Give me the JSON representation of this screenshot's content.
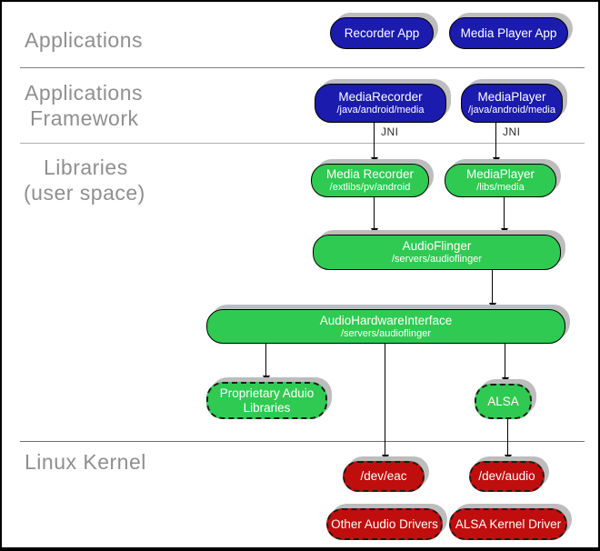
{
  "colors": {
    "app_blue": "#1b1bad",
    "lib_green": "#2fca52",
    "kernel_red": "#c00d0d",
    "shadow_gray": "#bdbdbd",
    "label_gray": "#8f8f8f"
  },
  "labels": {
    "applications": "Applications",
    "framework_line1": "Applications",
    "framework_line2": "Framework",
    "libraries_line1": "Libraries",
    "libraries_line2": "(user space)",
    "kernel": "Linux Kernel",
    "jni": "JNI"
  },
  "nodes": {
    "recorder_app": {
      "title": "Recorder App"
    },
    "media_player_app": {
      "title": "Media Player App"
    },
    "mediarecorder_fw": {
      "title": "MediaRecorder",
      "subtitle": "/java/android/media"
    },
    "mediaplayer_fw": {
      "title": "MediaPlayer",
      "subtitle": "/java/android/media"
    },
    "media_recorder_lib": {
      "title": "Media Recorder",
      "subtitle": "/extlibs/pv/android"
    },
    "mediaplayer_lib": {
      "title": "MediaPlayer",
      "subtitle": "/libs/media"
    },
    "audioflinger": {
      "title": "AudioFlinger",
      "subtitle": "/servers/audioflinger"
    },
    "audio_hardware_interface": {
      "title": "AudioHardwareInterface",
      "subtitle": "/servers/audioflinger"
    },
    "proprietary_audio_libraries": {
      "title": "Proprietary Aduio",
      "subtitle": "Libraries"
    },
    "alsa": {
      "title": "ALSA"
    },
    "dev_eac": {
      "title": "/dev/eac"
    },
    "dev_audio": {
      "title": "/dev/audio"
    },
    "other_audio_drivers": {
      "title": "Other Audio Drivers"
    },
    "alsa_kernel_driver": {
      "title": "ALSA Kernel Driver"
    }
  }
}
